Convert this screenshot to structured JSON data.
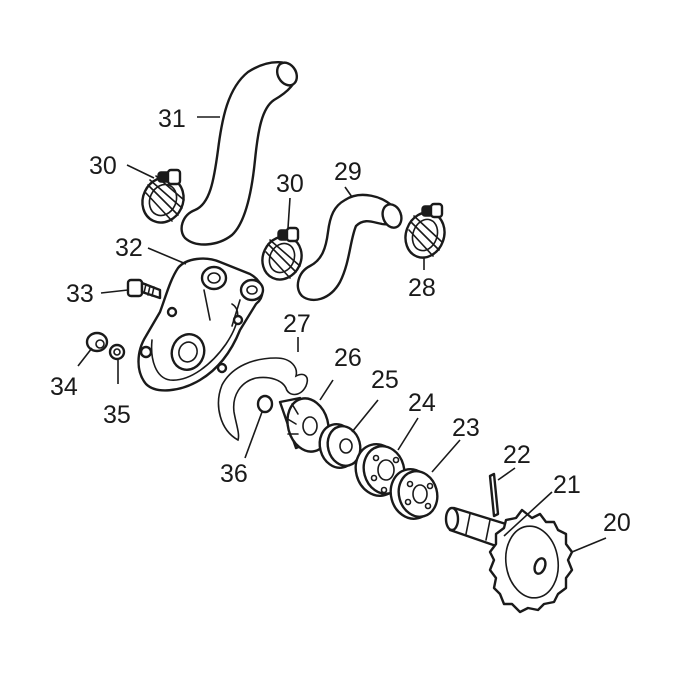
{
  "diagram": {
    "part_numbers": {
      "p20": "20",
      "p21": "21",
      "p22": "22",
      "p23": "23",
      "p24": "24",
      "p25": "25",
      "p26": "26",
      "p27": "27",
      "p28": "28",
      "p29": "29",
      "p30a": "30",
      "p30b": "30",
      "p31": "31",
      "p32": "32",
      "p33": "33",
      "p34": "34",
      "p35": "35",
      "p36": "36"
    },
    "colors": {
      "ink": "#1a1a1a",
      "background": "#ffffff"
    }
  }
}
